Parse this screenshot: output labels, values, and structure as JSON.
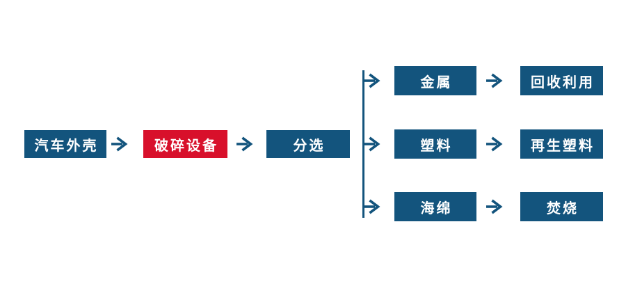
{
  "colors": {
    "blue": "#13547D",
    "red": "#D8102B",
    "text": "#FFFFFF",
    "background": "#FFFFFF"
  },
  "nodes": {
    "car_shell": "汽车外壳",
    "crusher": "破碎设备",
    "sorting": "分选",
    "metal": "金属",
    "recycle": "回收利用",
    "plastic": "塑料",
    "recycled_plastic": "再生塑料",
    "sponge": "海绵",
    "incineration": "焚烧"
  },
  "edges": [
    {
      "from": "汽车外壳",
      "to": "破碎设备"
    },
    {
      "from": "破碎设备",
      "to": "分选"
    },
    {
      "from": "分选",
      "to": "金属"
    },
    {
      "from": "分选",
      "to": "塑料"
    },
    {
      "from": "分选",
      "to": "海绵"
    },
    {
      "from": "金属",
      "to": "回收利用"
    },
    {
      "from": "塑料",
      "to": "再生塑料"
    },
    {
      "from": "海绵",
      "to": "焚烧"
    }
  ]
}
